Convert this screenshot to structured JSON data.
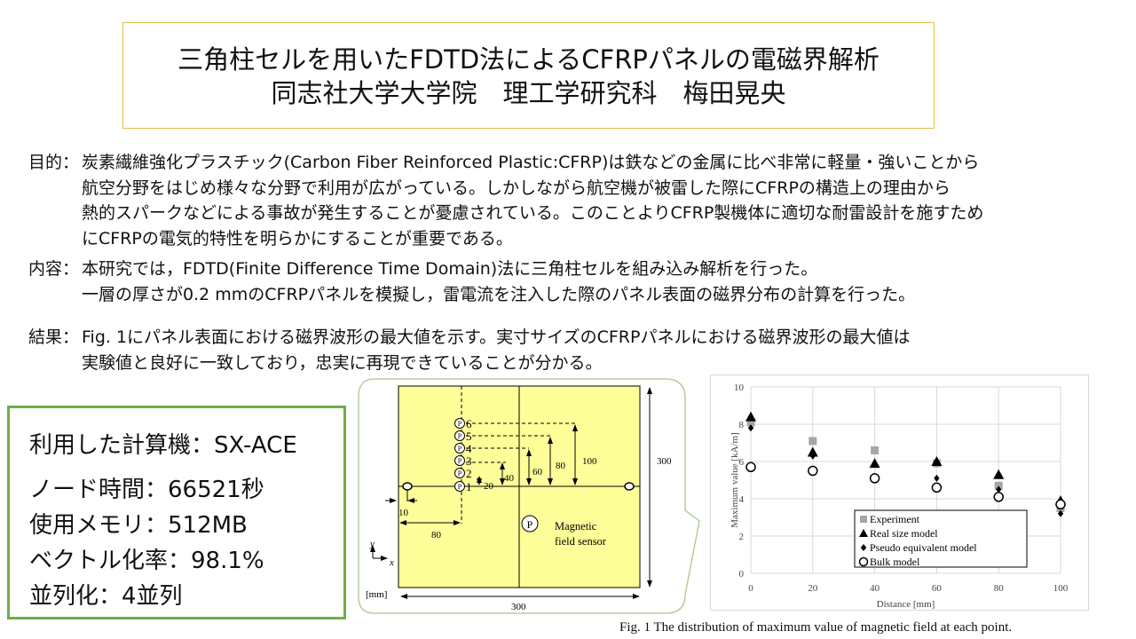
{
  "title": {
    "line1": "三角柱セルを用いたFDTD法によるCFRPパネルの電磁界解析",
    "line2": "同志社大学大学院　理工学研究科　梅田晃央"
  },
  "purpose": {
    "label": "目的：",
    "lines": [
      "炭素繊維強化プラスチック(Carbon Fiber Reinforced Plastic:CFRP)は鉄などの金属に比べ非常に軽量・強いことから",
      "航空分野をはじめ様々な分野で利用が広がっている。しかしながら航空機が被雷した際にCFRPの構造上の理由から",
      "熱的スパークなどによる事故が発生することが憂慮されている。このことよりCFRP製機体に適切な耐雷設計を施すため",
      "にCFRPの電気的特性を明らかにすることが重要である。"
    ]
  },
  "content": {
    "label": "内容：",
    "lines": [
      "本研究では，FDTD(Finite Difference Time Domain)法に三角柱セルを組み込み解析を行った。",
      "一層の厚さが0.2 mmのCFRPパネルを模擬し，雷電流を注入した際のパネル表面の磁界分布の計算を行った。"
    ]
  },
  "result": {
    "label": "結果：",
    "lines": [
      "Fig. 1にパネル表面における磁界波形の最大値を示す。実寸サイズのCFRPパネルにおける磁界波形の最大値は",
      "実験値と良好に一致しており，忠実に再現できていることが分かる。"
    ]
  },
  "computer": {
    "line1": "利用した計算機：SX-ACE",
    "node_time": "ノード時間：66521秒",
    "memory": "使用メモリ：512MB",
    "vector": "ベクトル化率：98.1%",
    "parallel": "並列化：4並列"
  },
  "diagram": {
    "sensor_labels": [
      "1",
      "2",
      "3",
      "4",
      "5",
      "6"
    ],
    "sensor_symbol": "P",
    "dims": [
      "20",
      "40",
      "60",
      "80",
      "100"
    ],
    "offset": "10",
    "x_pos": "80",
    "width": "300",
    "height": "300",
    "unit": "[mm]",
    "axis_x": "x",
    "axis_y": "y",
    "legend": [
      "Magnetic",
      "field sensor"
    ]
  },
  "caption": "Fig. 1  The distribution of maximum value of magnetic field at each point.",
  "chart_data": {
    "type": "scatter",
    "xlabel": "Distance [mm]",
    "ylabel": "Maximum value [kA/m]",
    "xlim": [
      0,
      100
    ],
    "ylim": [
      0,
      10
    ],
    "xticks": [
      0,
      20,
      40,
      60,
      80,
      100
    ],
    "yticks": [
      0,
      2,
      4,
      6,
      8,
      10
    ],
    "grid": true,
    "legend_position": "bottom-center",
    "x": [
      0,
      20,
      40,
      60,
      80,
      100
    ],
    "series": [
      {
        "name": "Experiment",
        "marker": "square",
        "color": "#a6a6a6",
        "values": [
          8.1,
          7.1,
          6.6,
          5.9,
          4.7,
          3.5
        ]
      },
      {
        "name": "Real size model",
        "marker": "triangle",
        "color": "#000000",
        "values": [
          8.4,
          6.5,
          5.9,
          6.0,
          5.3,
          3.9
        ]
      },
      {
        "name": "Pseudo equivalent model",
        "marker": "diamond",
        "color": "#000000",
        "values": [
          7.8,
          6.3,
          5.2,
          5.1,
          4.5,
          3.2
        ]
      },
      {
        "name": "Bulk model",
        "marker": "circle",
        "color": "#000000",
        "values": [
          5.7,
          5.5,
          5.1,
          4.6,
          4.1,
          3.7
        ]
      }
    ]
  }
}
